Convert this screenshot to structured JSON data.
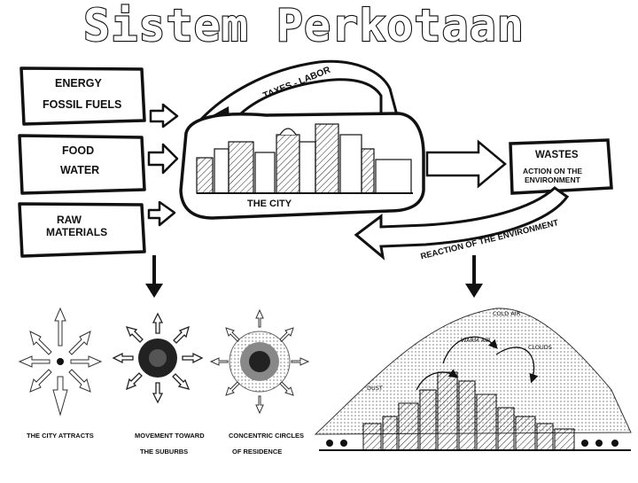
{
  "title": "Sistem Perkotaan",
  "inputs": [
    {
      "lines": [
        "ENERGY",
        "FOSSIL FUELS"
      ]
    },
    {
      "lines": [
        "FOOD",
        "WATER"
      ]
    },
    {
      "lines": [
        "RAW",
        "MATERIALS"
      ]
    }
  ],
  "cycle": {
    "top_label": "TAXES - LABOR",
    "city_label": "THE CITY",
    "bottom_label": "REACTION OF THE ENVIRONMENT"
  },
  "output": {
    "title": "WASTES",
    "lines": [
      "ACTION ON THE",
      "ENVIRONMENT"
    ]
  },
  "patterns": [
    {
      "caption_lines": [
        "THE CITY ATTRACTS"
      ]
    },
    {
      "caption_lines": [
        "MOVEMENT TOWARD",
        "THE SUBURBS"
      ]
    },
    {
      "caption_lines": [
        "CONCENTRIC CIRCLES",
        "OF RESIDENCE"
      ]
    }
  ],
  "heat_island": {
    "labels": [
      "COLD AIR",
      "WARM AIR",
      "CLOUDS",
      "DUST"
    ]
  },
  "colors": {
    "ink": "#111111",
    "paper": "#ffffff"
  }
}
